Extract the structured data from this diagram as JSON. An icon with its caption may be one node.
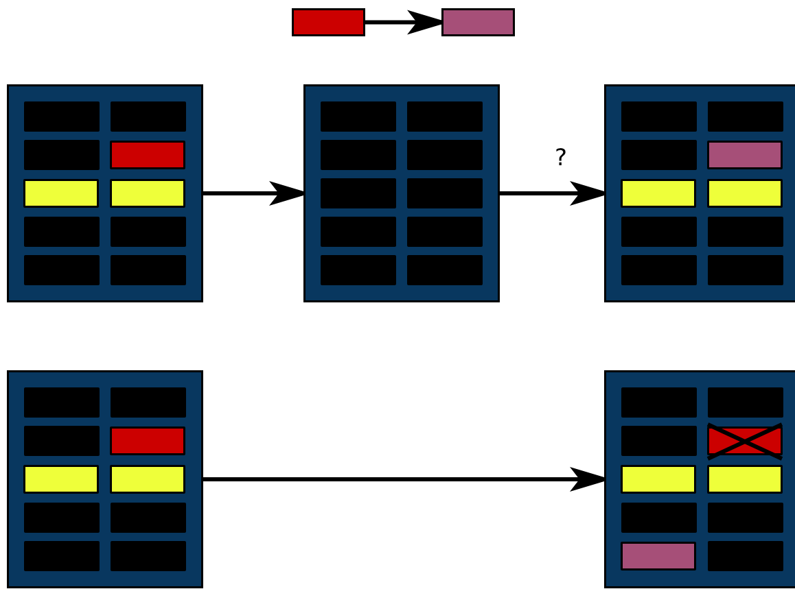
{
  "diagram": {
    "nodes": [
      {
        "text": [],
        "shape": "box"
      },
      {
        "text": [],
        "shape": "box"
      },
      {
        "text": [],
        "shape": "box"
      },
      {
        "text": [],
        "shape": "box"
      },
      {
        "text": [],
        "shape": "box"
      },
      {
        "text": [],
        "shape": "box"
      },
      {
        "text": [],
        "shape": "box"
      }
    ],
    "edges": [
      {
        "from": 0,
        "to": 1,
        "arrow": "to"
      },
      {
        "from": 2,
        "to": 3,
        "arrow": "to"
      },
      {
        "from": 3,
        "to": 4,
        "label": "?",
        "arrow": "to"
      },
      {
        "from": 5,
        "to": 6,
        "arrow": "to"
      }
    ]
  }
}
